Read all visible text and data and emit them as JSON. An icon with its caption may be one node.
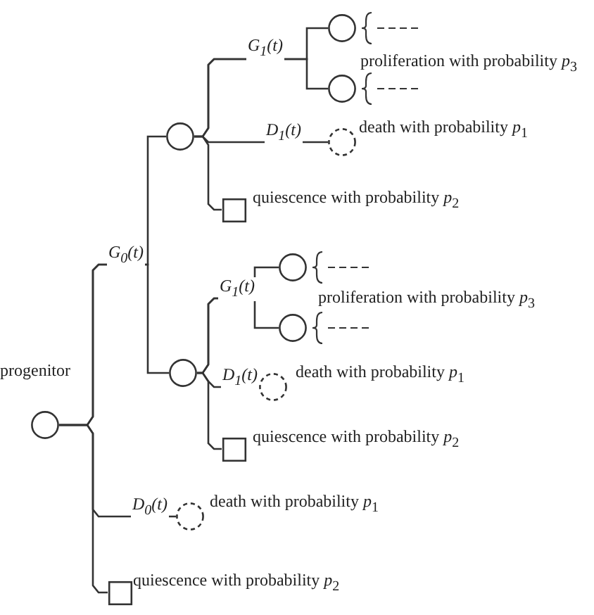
{
  "diagram": {
    "nodes": [
      {
        "text": [],
        "shape": "circle",
        "beside": [
          "progenitor"
        ]
      },
      {
        "text": [],
        "shape": "circle"
      },
      {
        "text": [],
        "shape": "circle"
      },
      {
        "text": [],
        "shape": "circle",
        "beside": [
          "death with probability *p*$_{1}$"
        ]
      },
      {
        "text": [],
        "shape": "box",
        "beside": [
          "quiescence with probability *p*$_{2}$"
        ]
      },
      {
        "text": [],
        "shape": "circle"
      },
      {
        "text": [],
        "shape": "circle"
      },
      {
        "text": [],
        "shape": "circle",
        "beside": [
          "death with probability *p*$_{1}$"
        ]
      },
      {
        "text": [],
        "shape": "box",
        "beside": [
          "quiescence with probability *p*$_{2}$"
        ]
      },
      {
        "text": [],
        "shape": "circle"
      },
      {
        "text": [],
        "shape": "circle"
      },
      {
        "text": [],
        "shape": "circle",
        "beside": [
          "death with probability *p*$_{1}$"
        ]
      },
      {
        "text": [],
        "shape": "box",
        "beside": [
          "quiescence with probability *p*$_{2}$"
        ]
      }
    ],
    "edges": [
      {
        "from": 0,
        "to": 1,
        "arrow": "none",
        "label": "G$_{0}$(t)"
      },
      {
        "from": 0,
        "to": 2,
        "arrow": "none"
      },
      {
        "from": 0,
        "to": 3,
        "arrow": "none",
        "label": "D$_{0}$(t)"
      },
      {
        "from": 0,
        "to": 4,
        "arrow": "none"
      },
      {
        "from": 1,
        "to": 5,
        "arrow": "none",
        "label": "G$_{1}$(t)"
      },
      {
        "from": 1,
        "to": 6,
        "arrow": "none"
      },
      {
        "from": 1,
        "to": 7,
        "arrow": "none",
        "label": "D$_{1}$(t)"
      },
      {
        "from": 1,
        "to": 8,
        "arrow": "none"
      },
      {
        "from": 2,
        "to": 9,
        "arrow": "none",
        "label": "G$_{1}$(t)"
      },
      {
        "from": 2,
        "to": 10,
        "arrow": "none"
      },
      {
        "from": 2,
        "to": 11,
        "arrow": "none",
        "label": "D$_{1}$(t)"
      },
      {
        "from": 2,
        "to": 12,
        "arrow": "none"
      }
    ],
    "labels": [
      "proliferation with probability *p*$_{3}$",
      "proliferation with probability *p*$_{3}$"
    ]
  }
}
